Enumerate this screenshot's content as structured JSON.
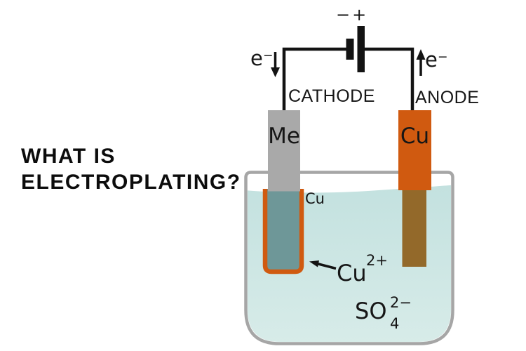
{
  "title": {
    "line1": "WHAT IS",
    "line2": "ELECTROPLATING?"
  },
  "circuit": {
    "battery_terminals": "−+",
    "cathode_label": "CATHODE",
    "anode_label": "ANODE",
    "electron_left": {
      "base": "e",
      "sup": "−"
    },
    "electron_right": {
      "base": "e",
      "sup": "−"
    }
  },
  "electrodes": {
    "cathode_material": "Me",
    "anode_material": "Cu"
  },
  "solution": {
    "deposit_label": "Cu",
    "copper_ion": {
      "base": "Cu",
      "sup": "2+"
    },
    "sulfate_ion": {
      "base": "SO",
      "sub": "4",
      "sup": "2−"
    }
  },
  "colors": {
    "copper_orange": "#d05a10",
    "electrode_gray": "#a9a9a9",
    "submerged_cathode": "#6e9798",
    "submerged_anode": "#93692a",
    "water_top": "#c3e1df",
    "water_bottom": "#d8ece9",
    "beaker_outline": "#a6a6a6",
    "wire_black": "#131313"
  }
}
